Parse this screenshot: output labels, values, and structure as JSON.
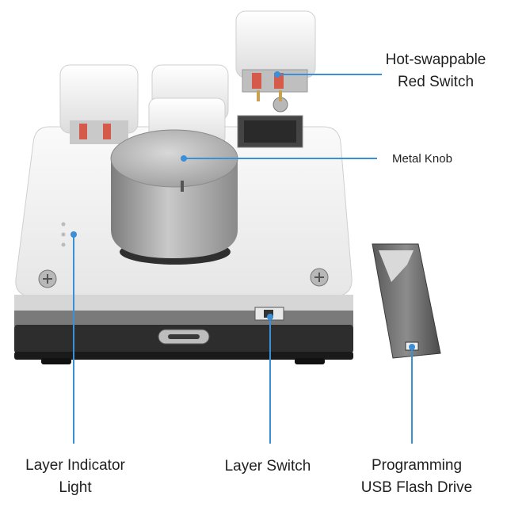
{
  "image": {
    "subject": "keypad with knob and USB flash drive",
    "callout_color": "#3a8fd6",
    "body_color": "#f2f2f2",
    "base_color": "#2a2a2a",
    "metal_color": "#9a9a9a"
  },
  "labels": {
    "hot_swap": {
      "line1": "Hot-swappable",
      "line2": "Red Switch"
    },
    "knob": {
      "line1": "Metal Knob"
    },
    "layer_light": {
      "line1": "Layer Indicator",
      "line2": "Light"
    },
    "layer_switch": {
      "line1": "Layer Switch"
    },
    "usb_drive": {
      "line1": "Programming",
      "line2": "USB Flash Drive"
    }
  }
}
